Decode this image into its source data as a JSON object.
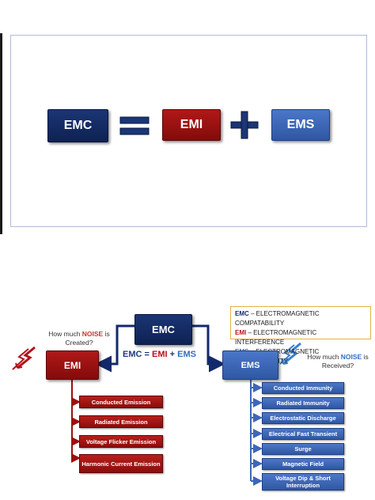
{
  "top": {
    "emc": "EMC",
    "emi": "EMI",
    "ems": "EMS",
    "colors": {
      "navy": "#13296b",
      "red": "#9c1010",
      "blue": "#3c66b8"
    }
  },
  "legend": {
    "emc_abbr": "EMC",
    "emc_text": " – ELECTROMAGNETIC COMPATABILITY",
    "emi_abbr": "EMI",
    "emi_text": " – ELECTROMAGNETIC INTERFERENCE",
    "ems_abbr": "EMS",
    "ems_text": " – ELECTROMAGNETIC SUSCEPTABILITY"
  },
  "tree": {
    "emc": "EMC",
    "emi": "EMI",
    "ems": "EMS",
    "formula": {
      "emc": "EMC",
      "eq": " = ",
      "emi": "EMI",
      "plus": " + ",
      "ems": "EMS"
    },
    "question_left": {
      "pre": "How much ",
      "noise": "NOISE",
      "post1": " is",
      "post2": "Created?"
    },
    "question_right": {
      "pre": "How much ",
      "noise": "NOISE",
      "post1": " is",
      "post2": "Received?"
    },
    "emission_items": [
      "Conducted Emission",
      "Radiated Emission",
      "Voltage Flicker Emission",
      "Harmonic Current Emission"
    ],
    "immunity_items": [
      "Conducted Immunity",
      "Radiated Immunity",
      "Electrostatic Discharge",
      "Electrical Fast Transient",
      "Surge",
      "Magnetic Field",
      "Voltage Dip & Short Interruption"
    ]
  }
}
